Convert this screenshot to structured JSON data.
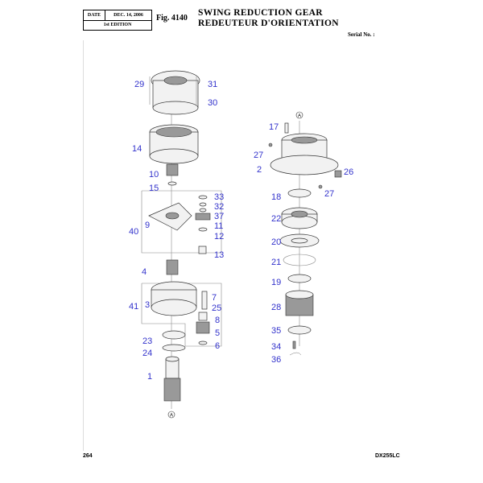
{
  "header": {
    "date_label": "DATE",
    "date_value": "DEC. 14, 2006",
    "edition": "1st EDITION",
    "fig_number": "Fig. 4140",
    "title_en": "SWING REDUCTION GEAR",
    "title_fr": "REDEUTEUR D'ORIENTATION",
    "serial": "Serial No. :"
  },
  "footer": {
    "page": "264",
    "model": "DX255LC"
  },
  "ref_marker": "A",
  "labels_left": [
    "29",
    "31",
    "30",
    "14",
    "10",
    "15",
    "33",
    "32",
    "37",
    "11",
    "9",
    "40",
    "12",
    "13",
    "4",
    "41",
    "3",
    "7",
    "25",
    "8",
    "5",
    "23",
    "6",
    "24",
    "1"
  ],
  "labels_right": [
    "17",
    "27",
    "2",
    "26",
    "27",
    "18",
    "22",
    "20",
    "21",
    "19",
    "28",
    "35",
    "34",
    "36"
  ],
  "colors": {
    "label": "#3333cc"
  }
}
